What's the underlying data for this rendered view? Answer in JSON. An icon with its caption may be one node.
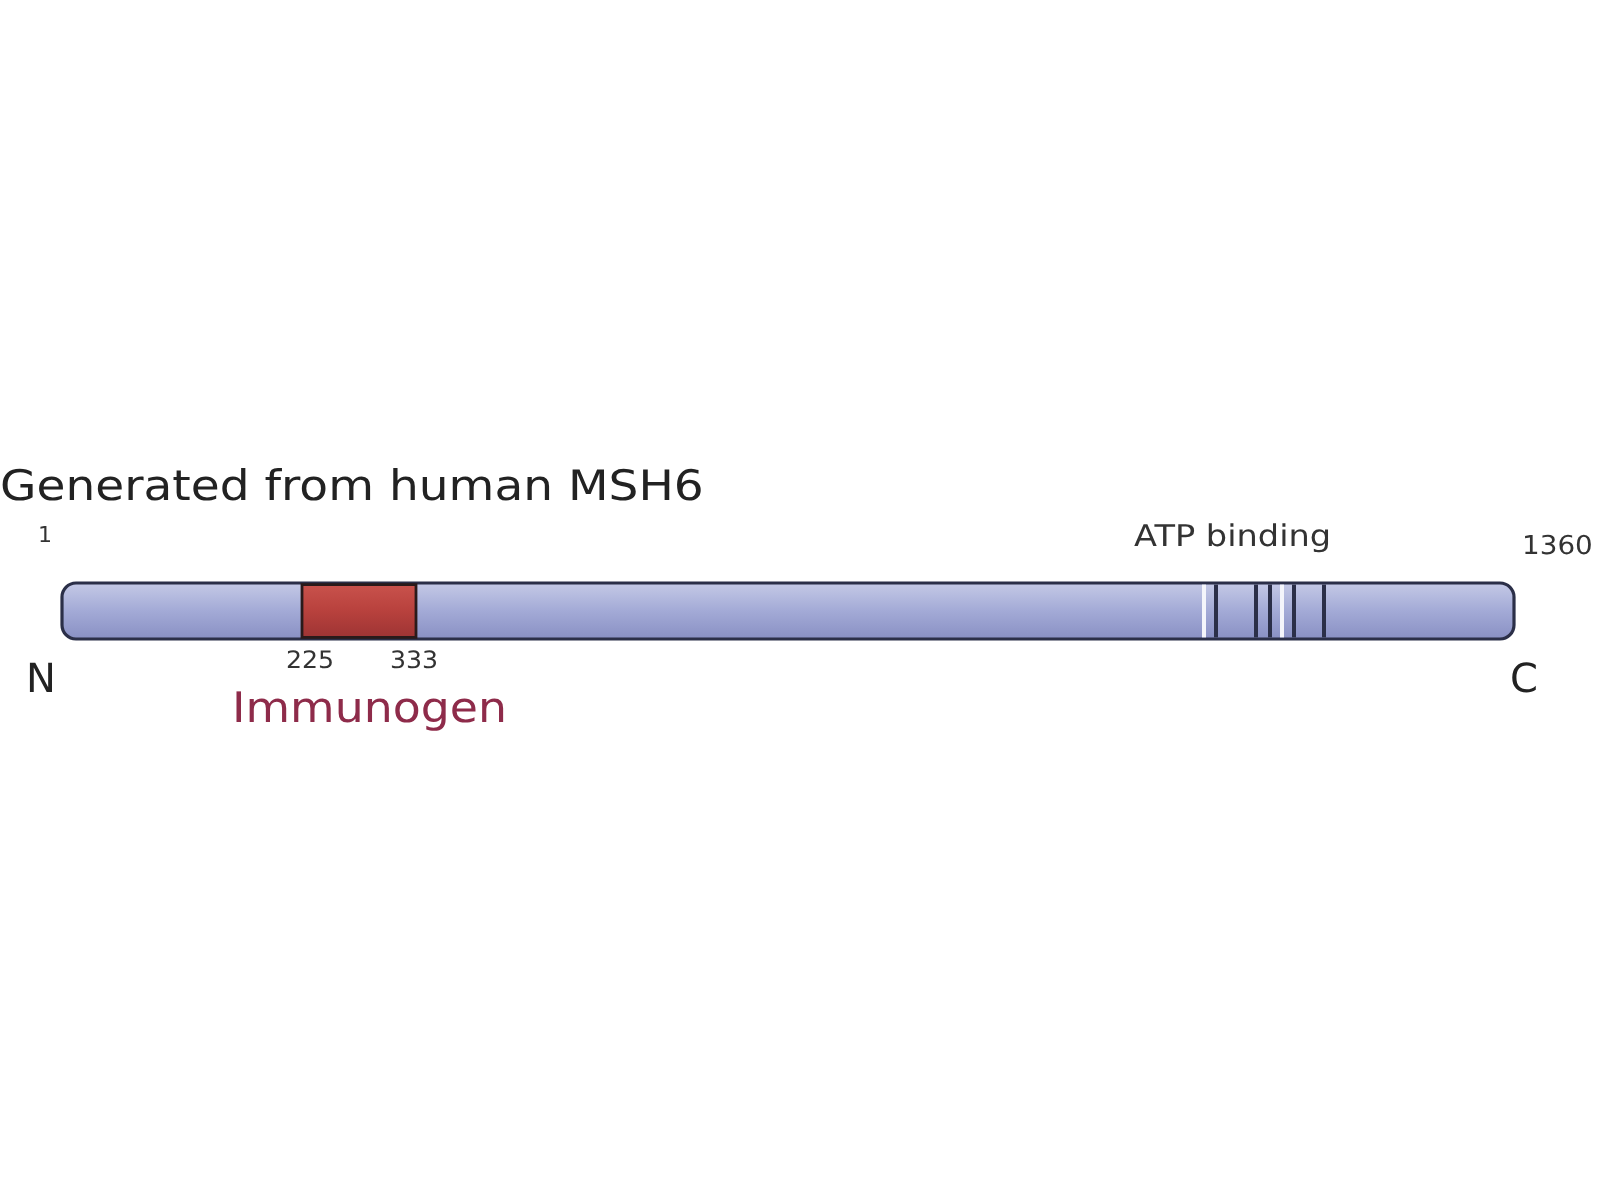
{
  "diagram": {
    "title": "Generated from human MSH6",
    "labels": [
      "1",
      "ATP binding",
      "1360",
      "225",
      "333",
      "N",
      "C",
      "Immunogen"
    ]
  }
}
